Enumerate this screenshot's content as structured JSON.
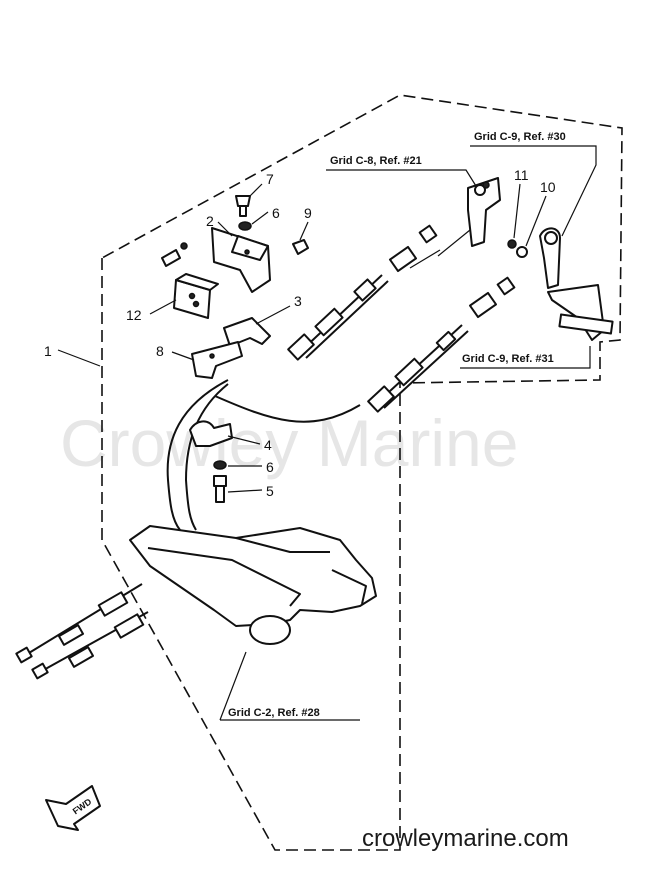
{
  "watermark": "Crowley Marine",
  "site": "crowleymarine.com",
  "fwd_label": "FWD",
  "references": {
    "c8_21": "Grid C-8, Ref. #21",
    "c9_30": "Grid C-9, Ref. #30",
    "c9_31": "Grid C-9, Ref. #31",
    "c2_28": "Grid C-2, Ref. #28"
  },
  "callouts": {
    "p1": "1",
    "p2": "2",
    "p3": "3",
    "p4": "4",
    "p5": "5",
    "p6a": "6",
    "p6b": "6",
    "p7": "7",
    "p8": "8",
    "p9": "9",
    "p10": "10",
    "p11": "11",
    "p12": "12"
  }
}
